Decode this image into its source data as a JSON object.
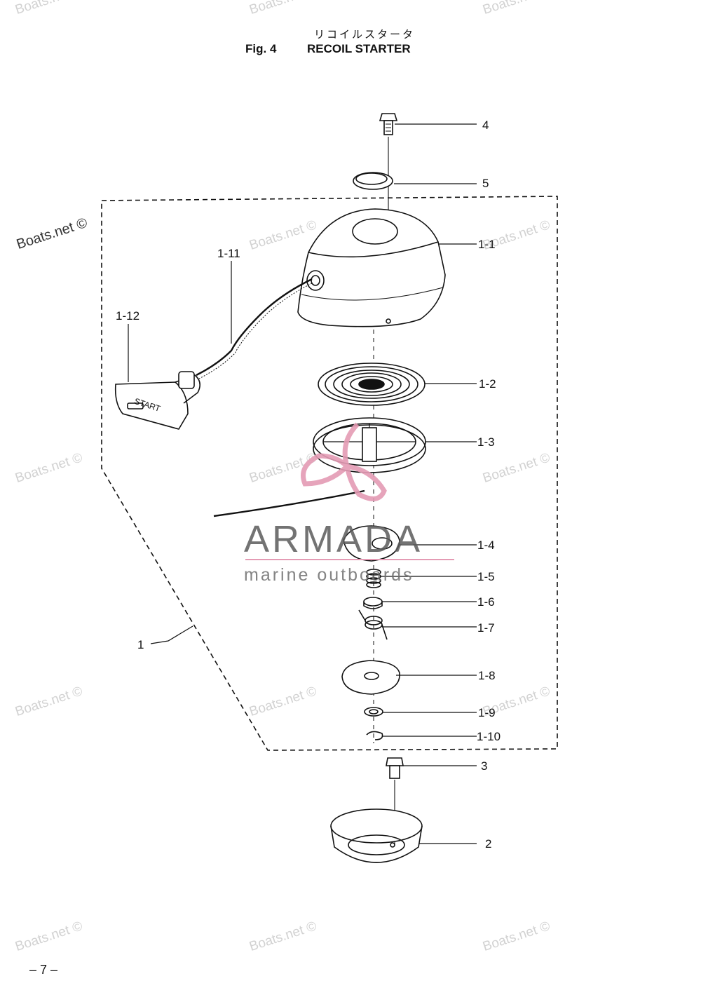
{
  "header": {
    "title_jp": "リコイルスタータ",
    "fig": "Fig. 4",
    "title": "RECOIL STARTER"
  },
  "parts": [
    {
      "id": "4",
      "label": "4"
    },
    {
      "id": "5",
      "label": "5"
    },
    {
      "id": "1-1",
      "label": "1-1"
    },
    {
      "id": "1-11",
      "label": "1-11"
    },
    {
      "id": "1-12",
      "label": "1-12"
    },
    {
      "id": "1-2",
      "label": "1-2"
    },
    {
      "id": "1-3",
      "label": "1-3"
    },
    {
      "id": "1-4",
      "label": "1-4"
    },
    {
      "id": "1-5",
      "label": "1-5"
    },
    {
      "id": "1-6",
      "label": "1-6"
    },
    {
      "id": "1-7",
      "label": "1-7"
    },
    {
      "id": "1",
      "label": "1"
    },
    {
      "id": "1-8",
      "label": "1-8"
    },
    {
      "id": "1-9",
      "label": "1-9"
    },
    {
      "id": "1-10",
      "label": "1-10"
    },
    {
      "id": "3",
      "label": "3"
    },
    {
      "id": "2",
      "label": "2"
    }
  ],
  "handle_text": "START",
  "watermarks": {
    "site": "Boats.net ©",
    "brand": "ARMADA",
    "brand_sub": "marine outboards"
  },
  "page_number": "– 7 –",
  "colors": {
    "line": "#111111",
    "watermark": "#d2d2d2",
    "brand_pink": "#e49bb4"
  }
}
